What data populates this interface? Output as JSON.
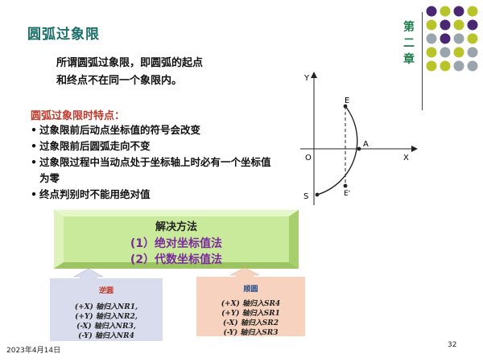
{
  "title": "圆弧过象限",
  "intro": [
    "所谓圆弧过象限，即圆弧的起点",
    "和终点不在同一个象限内。"
  ],
  "features_heading": "圆弧过象限时特点：",
  "features": [
    "过象限前后动点坐标值的符号会改变",
    "过象限前后圆弧走向不变",
    "过象限过程中当动点处于坐标轴上时必有一个坐标值为零",
    "终点判别时不能用绝对值"
  ],
  "chapter_label": [
    "第",
    "二",
    "章"
  ],
  "solution": {
    "title": "解决方法",
    "methods": [
      "(1）绝对坐标值法",
      "(2）代数坐标值法"
    ]
  },
  "reverse": {
    "title": "逆圆",
    "lines": [
      "(+X) 轴归入NR1,",
      "(+Y) 轴归入NR2,",
      "(-X) 轴归入NR3,",
      "(-Y) 轴归入NR4"
    ]
  },
  "forward": {
    "title": "顺圆",
    "lines": [
      "(+X) 轴归入SR4",
      "(+Y) 轴归入SR1",
      "(-X) 轴归入SR2",
      "(-Y) 轴归入SR3"
    ]
  },
  "diagram_labels": {
    "y_axis": "Y",
    "x_axis": "X",
    "origin": "O",
    "point_e": "E",
    "point_a": "A",
    "point_s": "S",
    "point_e_prime": "E'"
  },
  "date": "2023年4月14日",
  "page_number": "32",
  "colors": {
    "title": "#1a6f6a",
    "feature_heading": "#c0392b",
    "solution_box": "#c9ea9a",
    "solution_text": "#7a2a9c",
    "reverse_box": "#d9dcec",
    "reverse_title": "#c0392b",
    "forward_box": "#f7d2be",
    "forward_title": "#2a4f8a",
    "dot_purple": "#4b2673",
    "dot_olive": "#b9c32a",
    "dot_gray": "#9aa4ad"
  }
}
